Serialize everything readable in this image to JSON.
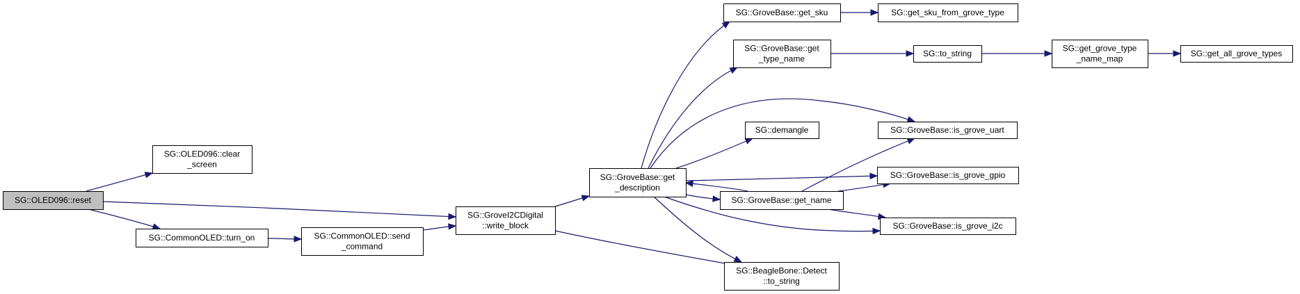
{
  "title": "Call graph of SG::OLED096::reset",
  "colors": {
    "edge": "#191970",
    "root_fill": "#bfbfbf",
    "node_fill": "#ffffff",
    "border": "#000000"
  },
  "nodes": [
    {
      "id": "reset",
      "lines": [
        "SG::OLED096::reset"
      ],
      "root": true
    },
    {
      "id": "clear_screen",
      "lines": [
        "SG::OLED096::clear",
        "_screen"
      ]
    },
    {
      "id": "turn_on",
      "lines": [
        "SG::CommonOLED::turn_on"
      ]
    },
    {
      "id": "send_command",
      "lines": [
        "SG::CommonOLED::send",
        "_command"
      ]
    },
    {
      "id": "write_block",
      "lines": [
        "SG::GroveI2CDigital",
        "::write_block"
      ]
    },
    {
      "id": "get_description",
      "lines": [
        "SG::GroveBase::get",
        "_description"
      ]
    },
    {
      "id": "get_sku",
      "lines": [
        "SG::GroveBase::get_sku"
      ]
    },
    {
      "id": "get_sku_from_grove_type",
      "lines": [
        "SG::get_sku_from_grove_type"
      ]
    },
    {
      "id": "get_type_name",
      "lines": [
        "SG::GroveBase::get",
        "_type_name"
      ]
    },
    {
      "id": "to_string",
      "lines": [
        "SG::to_string"
      ]
    },
    {
      "id": "get_grove_type_name_map",
      "lines": [
        "SG::get_grove_type",
        "_name_map"
      ]
    },
    {
      "id": "get_all_grove_types",
      "lines": [
        "SG::get_all_grove_types"
      ]
    },
    {
      "id": "demangle",
      "lines": [
        "SG::demangle"
      ]
    },
    {
      "id": "is_grove_uart",
      "lines": [
        "SG::GroveBase::is_grove_uart"
      ]
    },
    {
      "id": "is_grove_gpio",
      "lines": [
        "SG::GroveBase::is_grove_gpio"
      ]
    },
    {
      "id": "get_name",
      "lines": [
        "SG::GroveBase::get_name"
      ]
    },
    {
      "id": "is_grove_i2c",
      "lines": [
        "SG::GroveBase::is_grove_i2c"
      ]
    },
    {
      "id": "beaglebone_to_string",
      "lines": [
        "SG::BeagleBone::Detect",
        "::to_string"
      ]
    }
  ],
  "edges": [
    {
      "from": "reset",
      "to": "clear_screen"
    },
    {
      "from": "reset",
      "to": "write_block"
    },
    {
      "from": "reset",
      "to": "turn_on"
    },
    {
      "from": "turn_on",
      "to": "send_command"
    },
    {
      "from": "send_command",
      "to": "write_block"
    },
    {
      "from": "write_block",
      "to": "get_description"
    },
    {
      "from": "write_block",
      "to": "beaglebone_to_string"
    },
    {
      "from": "get_description",
      "to": "get_sku"
    },
    {
      "from": "get_description",
      "to": "get_type_name"
    },
    {
      "from": "get_description",
      "to": "is_grove_uart"
    },
    {
      "from": "get_description",
      "to": "demangle"
    },
    {
      "from": "get_description",
      "to": "is_grove_gpio"
    },
    {
      "from": "get_description",
      "to": "get_name"
    },
    {
      "from": "get_description",
      "to": "is_grove_i2c"
    },
    {
      "from": "get_description",
      "to": "beaglebone_to_string"
    },
    {
      "from": "get_name",
      "to": "get_description"
    },
    {
      "from": "get_name",
      "to": "is_grove_uart"
    },
    {
      "from": "get_name",
      "to": "is_grove_gpio"
    },
    {
      "from": "get_name",
      "to": "is_grove_i2c"
    },
    {
      "from": "get_sku",
      "to": "get_sku_from_grove_type"
    },
    {
      "from": "get_type_name",
      "to": "to_string"
    },
    {
      "from": "to_string",
      "to": "get_grove_type_name_map"
    },
    {
      "from": "get_grove_type_name_map",
      "to": "get_all_grove_types"
    }
  ]
}
